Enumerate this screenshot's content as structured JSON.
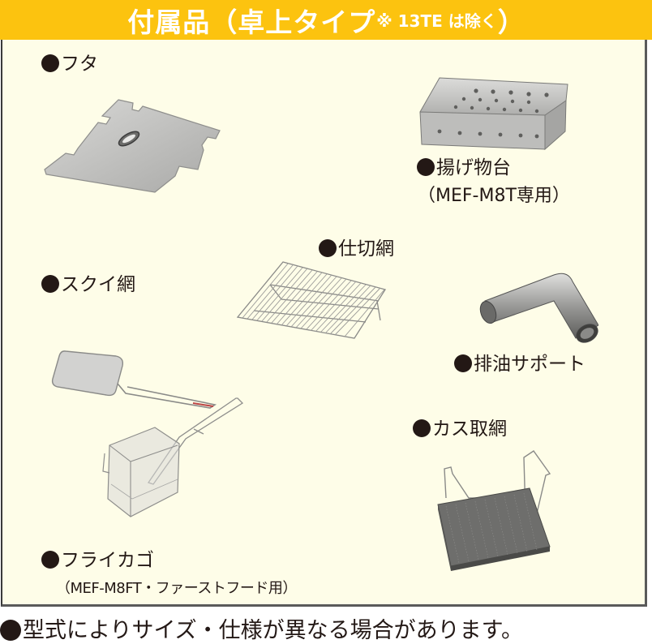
{
  "title": {
    "main": "付属品（卓上タイプ",
    "note": "※ 13TE は除く",
    "close": "）"
  },
  "colors": {
    "title_bg": "#fcc30f",
    "title_text": "#ffffff",
    "panel_bg": "#fefde8",
    "text": "#231815"
  },
  "items": [
    {
      "id": "lid",
      "label": "フタ",
      "icon": "lid-icon"
    },
    {
      "id": "draining-rack",
      "label": "揚げ物台",
      "sub": "（MEF-M8T専用）",
      "icon": "draining-rack-icon"
    },
    {
      "id": "divider-net",
      "label": "仕切網",
      "icon": "divider-net-icon"
    },
    {
      "id": "skimmer",
      "label": "スクイ網",
      "icon": "skimmer-icon"
    },
    {
      "id": "oil-drain-support",
      "label": "排油サポート",
      "icon": "elbow-pipe-icon"
    },
    {
      "id": "crumb-net",
      "label": "カス取網",
      "icon": "crumb-net-icon"
    },
    {
      "id": "fry-basket",
      "label": "フライカゴ",
      "sub": "（MEF-M8FT・ファーストフード用）",
      "icon": "fry-basket-icon"
    }
  ],
  "footer": {
    "note": "型式によりサイズ・仕様が異なる場合があります。"
  }
}
